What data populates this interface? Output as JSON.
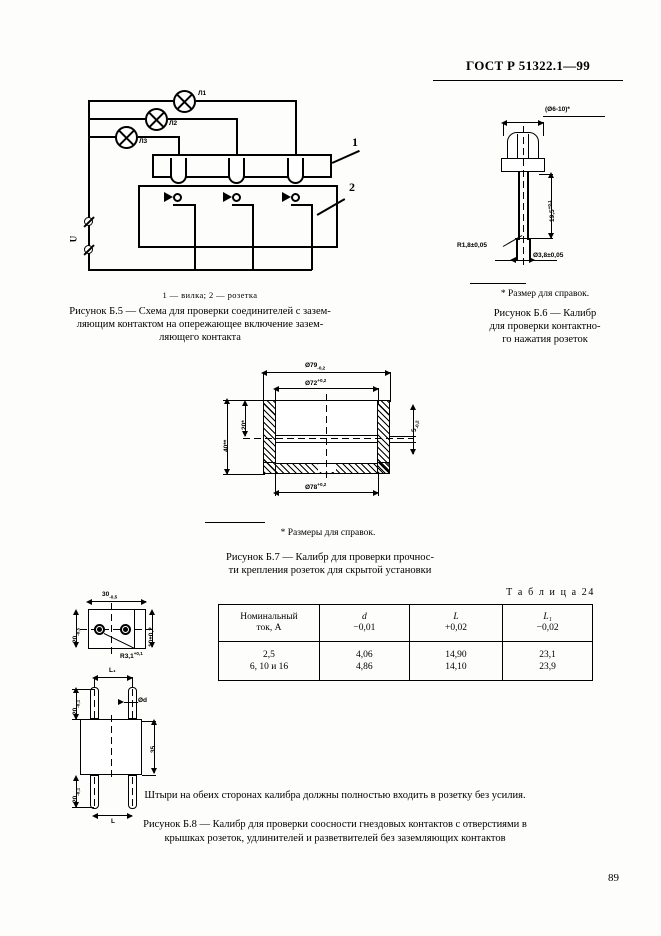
{
  "document": {
    "standard_header": "ГОСТ Р 51322.1—99",
    "page_number": "89"
  },
  "figure_b5": {
    "lamps": [
      {
        "label": "Л1"
      },
      {
        "label": "Л2"
      },
      {
        "label": "Л3"
      }
    ],
    "supply_label": "U",
    "callout_1": "1",
    "callout_2": "2",
    "legend": "1 — вилка; 2 — розетка",
    "caption_line1": "Рисунок Б.5 — Схема для проверки соединителей с зазем-",
    "caption_line2": "ляющим контактом на опережающее включение зазем-",
    "caption_line3": "ляющего контакта"
  },
  "figure_b6": {
    "dim_top": "(Ø6-10)*",
    "dim_height": "19,5",
    "dim_height_tol": "+0,1",
    "dim_radius": "R1,8±0,05",
    "dim_diameter": "Ø3,8±0,05",
    "footnote": "* Размер для справок.",
    "caption_line1": "Рисунок Б.6 — Калибр",
    "caption_line2": "для проверки контактно-",
    "caption_line3": "го нажатия розеток"
  },
  "figure_b7": {
    "dim_outer": "Ø79",
    "dim_outer_tol": "-0,2",
    "dim_inner": "Ø72",
    "dim_inner_tol": "+0,2",
    "dim_bottom": "Ø78",
    "dim_bottom_tol": "+0,2",
    "dim_left_inner": "20*",
    "dim_left_outer": "40**",
    "dim_right": "5",
    "dim_right_tol": "-0,2",
    "footnote": "* Размеры для справок.",
    "caption_line1": "Рисунок Б.7 — Калибр для проверки прочнос-",
    "caption_line2": "ти крепления розеток для скрытой установки"
  },
  "figure_b8": {
    "dim_width": "30",
    "dim_width_tol": "-0,5",
    "dim_height": "20",
    "dim_height_tol": "-0,5",
    "dim_thickness": "10±0,2",
    "dim_radius": "R3,1",
    "dim_radius_tol": "+0,1",
    "dim_l1": "L₁",
    "dim_pin_top": "20",
    "dim_pin_top_tol": "-0,1",
    "dim_pin_bottom": "20",
    "dim_pin_bottom_tol": "-0,1",
    "dim_pin_dia": "Ød",
    "dim_body": "35",
    "dim_l": "L",
    "note": "Штыри на обеих сторонах калибра должны полностью входить в розетку без усилия.",
    "caption_line1": "Рисунок Б.8 — Калибр для проверки соосности гнездовых контактов с отверстиями в",
    "caption_line2": "крышках розеток, удлинителей и разветвителей без заземляющих контактов"
  },
  "table_24": {
    "label": "Т а б л и ц а  24",
    "headers": [
      {
        "main": "Номинальный",
        "sub": "ток, А"
      },
      {
        "main": "d",
        "sub": "−0,01"
      },
      {
        "main": "L",
        "sub": "+0,02"
      },
      {
        "main": "L₁",
        "sub": "−0,02"
      }
    ],
    "rows": [
      [
        "2,5",
        "4,06",
        "14,90",
        "23,1"
      ],
      [
        "6, 10 и 16",
        "4,86",
        "14,10",
        "23,9"
      ]
    ]
  }
}
